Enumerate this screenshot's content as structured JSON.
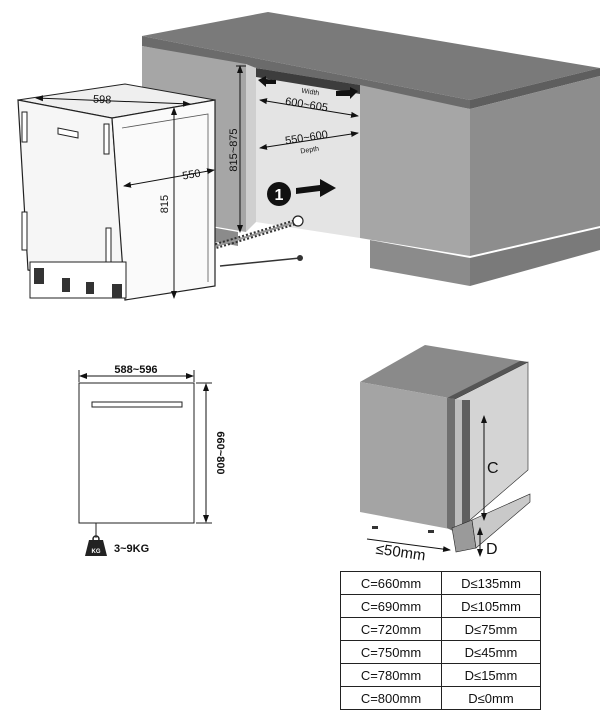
{
  "top_diagram": {
    "appliance_width": "598",
    "appliance_depth": "550",
    "appliance_height": "815",
    "niche_height": "815~875",
    "niche_width_label": "Width",
    "niche_width": "600~605",
    "niche_depth": "550~600",
    "niche_depth_label": "Depth",
    "step_number": "1"
  },
  "door_diagram": {
    "door_width": "588~596",
    "door_height": "660~800",
    "door_weight": "3~9KG",
    "weight_icon_text": "KG"
  },
  "side_diagram": {
    "c_label": "C",
    "d_label": "D",
    "gap": "≤50mm"
  },
  "spec_table": [
    {
      "c": "C=660mm",
      "d": "D≤135mm"
    },
    {
      "c": "C=690mm",
      "d": "D≤105mm"
    },
    {
      "c": "C=720mm",
      "d": "D≤75mm"
    },
    {
      "c": "C=750mm",
      "d": "D≤45mm"
    },
    {
      "c": "C=780mm",
      "d": "D≤15mm"
    },
    {
      "c": "C=800mm",
      "d": "D≤0mm"
    }
  ],
  "colors": {
    "counter_top": "#7c7c7c",
    "cabinet_front": "#a9a9a9",
    "cabinet_side": "#8f8f8f",
    "niche_wall": "#e3e3e3",
    "plinth": "#8a8a8a"
  }
}
